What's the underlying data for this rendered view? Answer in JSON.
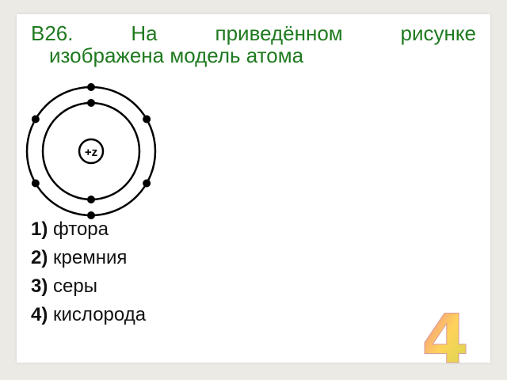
{
  "question": {
    "number": "В26.",
    "line1_words": [
      "На",
      "приведённом",
      "рисунке"
    ],
    "line2": "изображена модель атома"
  },
  "atom_model": {
    "nucleus_label": "+z",
    "inner_shell_electrons": 2,
    "outer_shell_electrons": 6
  },
  "answers": [
    {
      "number": "1)",
      "text": "фтора"
    },
    {
      "number": "2)",
      "text": "кремния"
    },
    {
      "number": "3)",
      "text": "серы"
    },
    {
      "number": "4)",
      "text": "кислорода"
    }
  ],
  "decoration": {
    "big_digit": "4",
    "gradient_colors": [
      "#f07a9a",
      "#ffd35a",
      "#c9d84a"
    ]
  },
  "colors": {
    "question_text": "#1f7a1f",
    "background": "#ebeae5"
  }
}
